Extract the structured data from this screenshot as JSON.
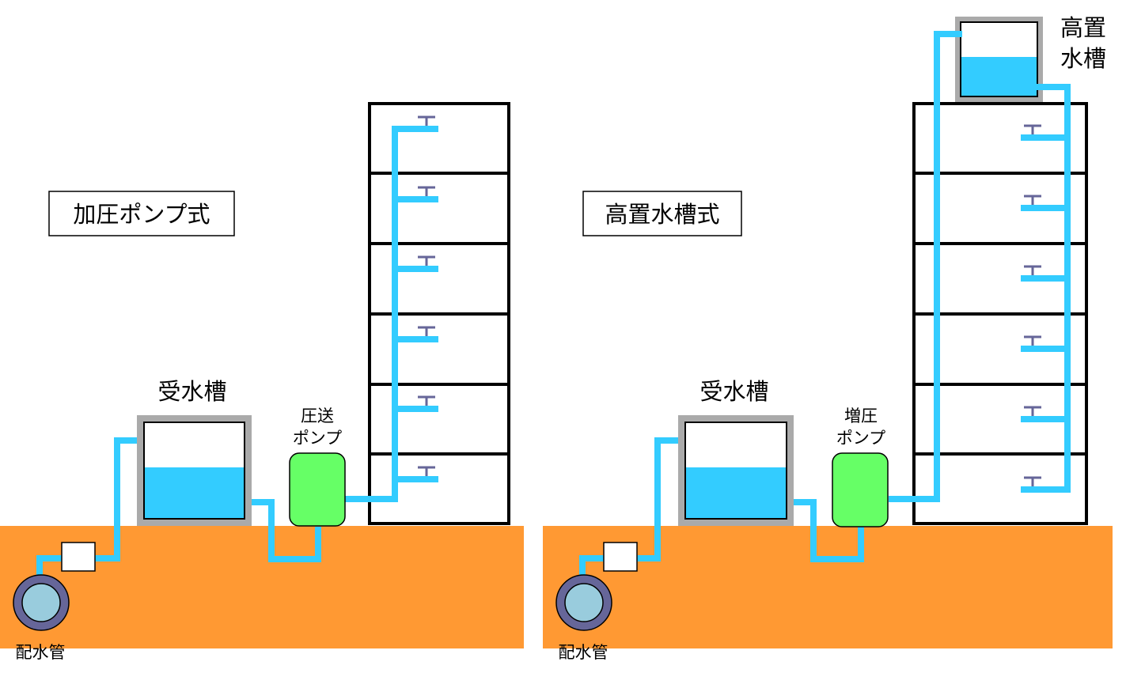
{
  "left": {
    "title": "加圧ポンプ式",
    "tank_label": "受水槽",
    "pump_label_line1": "圧送",
    "pump_label_line2": "ポンプ",
    "main_label": "配水管"
  },
  "right": {
    "title": "高置水槽式",
    "tank_label": "受水槽",
    "pump_label_line1": "増圧",
    "pump_label_line2": "ポンプ",
    "main_label": "配水管",
    "elevated_label_line1": "高置",
    "elevated_label_line2": "水槽"
  },
  "colors": {
    "ground": "#ff9933",
    "pipe": "#33ccff",
    "water": "#33ccff",
    "pump": "#66ff66",
    "tank_frame": "#aaaaaa",
    "faucet": "#666699",
    "main_outer": "#666699",
    "main_inner": "#99ccdd"
  }
}
